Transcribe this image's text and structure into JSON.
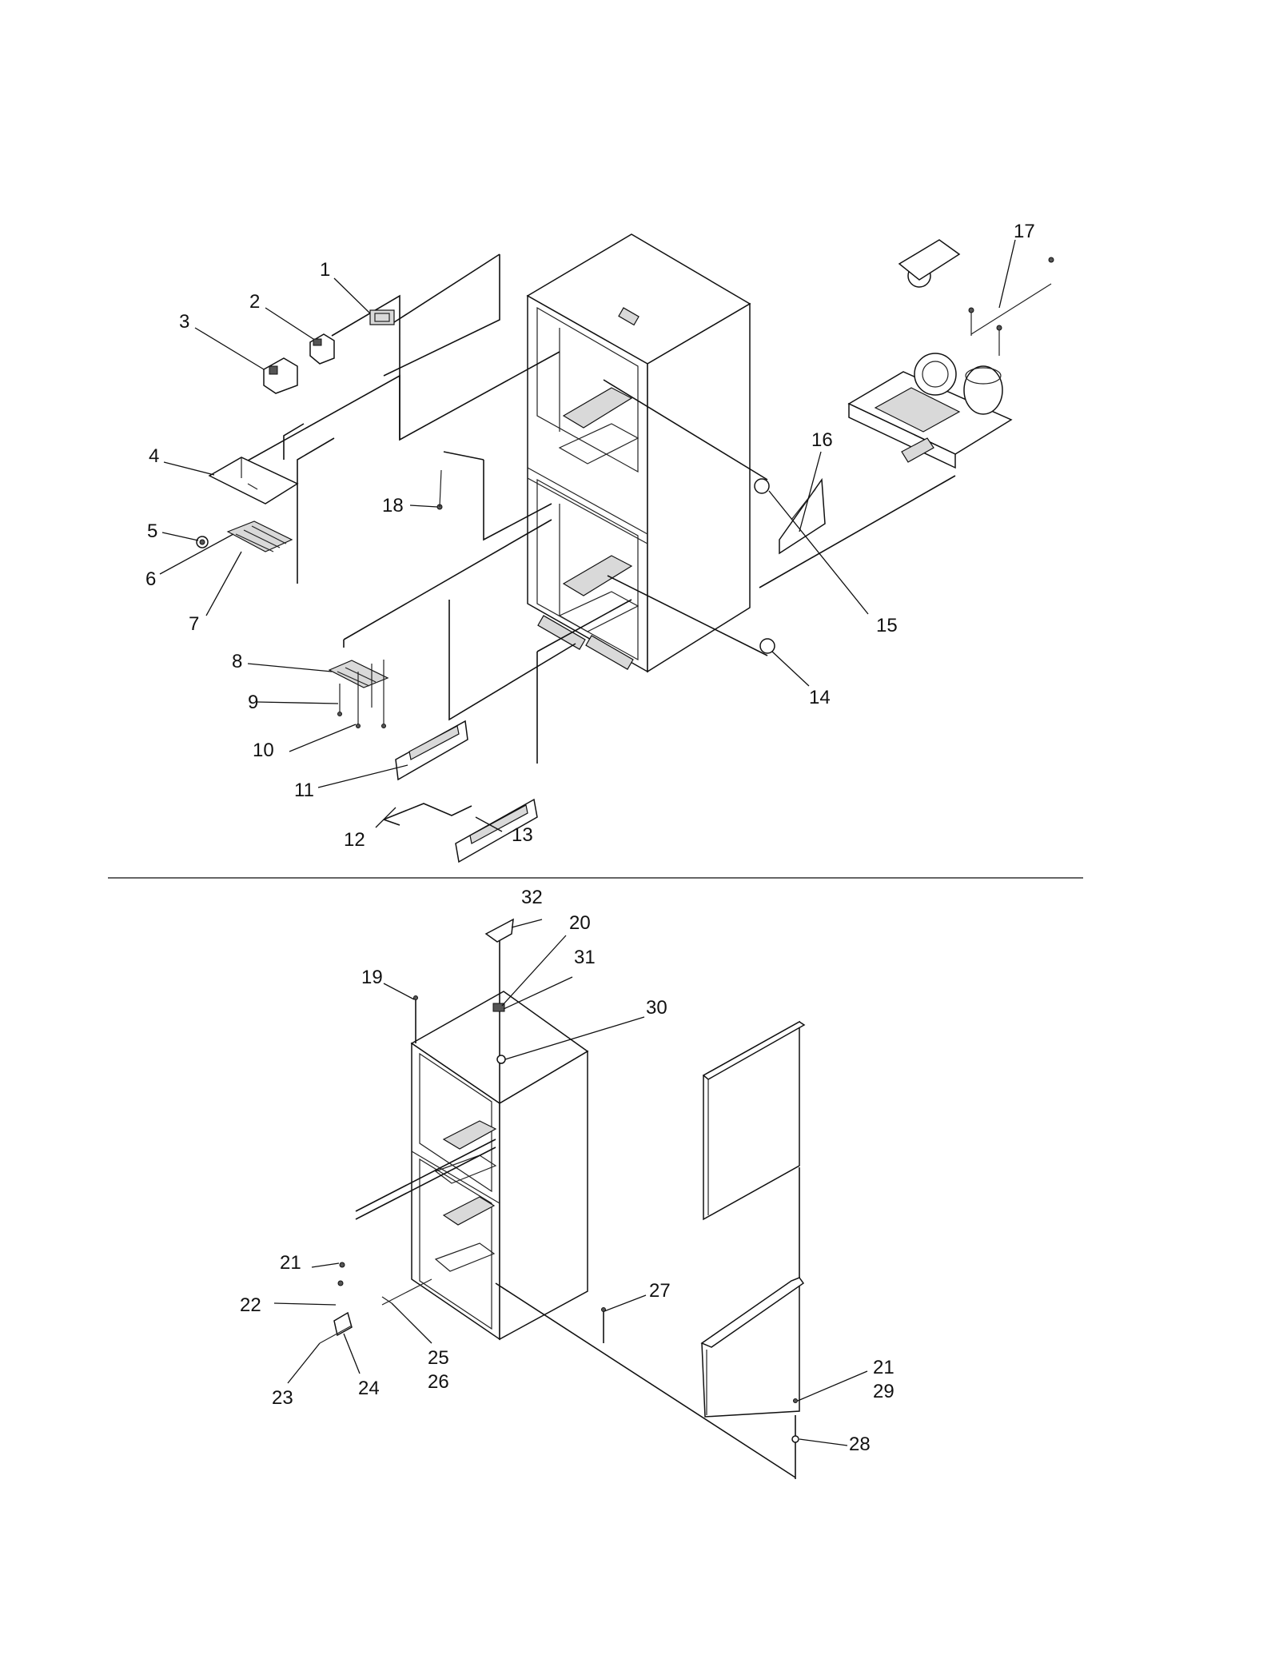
{
  "callouts": {
    "c1": "1",
    "c2": "2",
    "c3": "3",
    "c4": "4",
    "c5": "5",
    "c6": "6",
    "c7": "7",
    "c8": "8",
    "c9": "9",
    "c10": "10",
    "c11": "11",
    "c12": "12",
    "c13": "13",
    "c14": "14",
    "c15": "15",
    "c16": "16",
    "c17": "17",
    "c18": "18",
    "c19": "19",
    "c20": "20",
    "c21a": "21",
    "c21b": "21",
    "c22": "22",
    "c23": "23",
    "c24": "24",
    "c25": "25",
    "c26": "26",
    "c27": "27",
    "c28": "28",
    "c29": "29",
    "c30": "30",
    "c31": "31",
    "c32": "32"
  }
}
